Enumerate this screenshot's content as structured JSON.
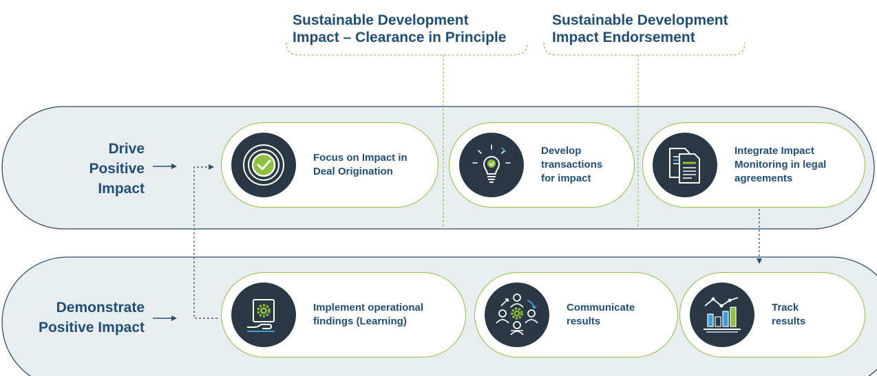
{
  "milestones": [
    {
      "lines": [
        "Sustainable Development",
        "Impact – Clearance in Principle"
      ]
    },
    {
      "lines": [
        "Sustainable Development",
        "Impact Endorsement"
      ]
    }
  ],
  "rows": [
    {
      "label_lines": [
        "Drive",
        "Positive",
        "Impact"
      ]
    },
    {
      "label_lines": [
        "Demonstrate",
        "Positive Impact"
      ]
    }
  ],
  "steps": [
    {
      "icon": "check-badge-icon",
      "lines": [
        "Focus on Impact in",
        "Deal Origination"
      ]
    },
    {
      "icon": "lightbulb-icon",
      "lines": [
        "Develop",
        "transactions",
        "for impact"
      ]
    },
    {
      "icon": "documents-icon",
      "lines": [
        "Integrate Impact",
        "Monitoring in legal",
        "agreements"
      ]
    },
    {
      "icon": "gear-hand-icon",
      "lines": [
        "Implement operational",
        "findings (Learning)"
      ]
    },
    {
      "icon": "people-network-icon",
      "lines": [
        "Communicate",
        "results"
      ]
    },
    {
      "icon": "bar-chart-icon",
      "lines": [
        "Track",
        "results"
      ]
    }
  ],
  "colors": {
    "title_navy": "#1f4e79",
    "band_fill": "#e8edf0",
    "band_border": "#2f4d68",
    "card_border": "#8fc03b",
    "icon_disc": "#2a3744",
    "accent_green": "#8fc03b",
    "accent_blue": "#3f9fd8"
  }
}
